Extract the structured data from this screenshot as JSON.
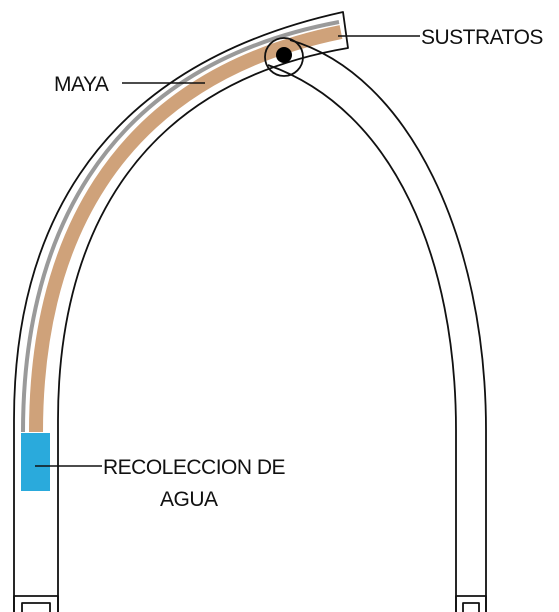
{
  "labels": {
    "sustratos": "SUSTRATOS",
    "maya": "MAYA",
    "recoleccion_line1": "RECOLECCION DE",
    "recoleccion_line2": "AGUA"
  },
  "colors": {
    "substrate": "#cfa27a",
    "mesh": "#9a9a9a",
    "water": "#2aaadc",
    "outline": "#111111",
    "pivot": "#000000"
  }
}
